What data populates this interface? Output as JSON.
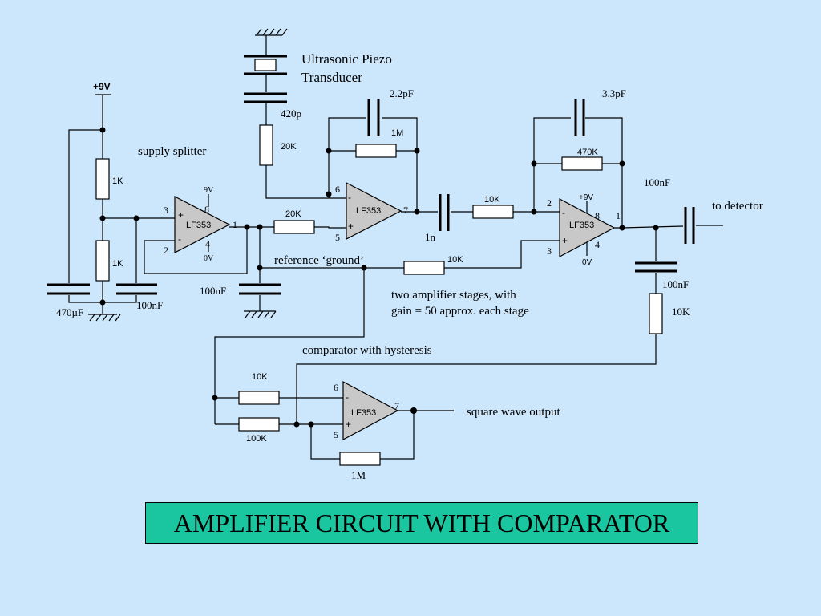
{
  "title": "AMPLIFIER CIRCUIT WITH COMPARATOR",
  "labels": {
    "supply": "+9V",
    "transducer_line1": "Ultrasonic Piezo",
    "transducer_line2": "Transducer",
    "supply_splitter": "supply splitter",
    "reference_ground": "reference ‘ground’",
    "two_stages_line1": "two amplifier stages, with",
    "two_stages_line2": "gain = 50 approx. each stage",
    "comparator": "comparator with hysteresis",
    "square_wave": "square wave output",
    "to_detector": "to detector"
  },
  "components": {
    "r_1k_top": "1K",
    "r_1k_bottom": "1K",
    "c_470uf": "470µF",
    "c_100nf_split": "100nF",
    "c_420p": "420p",
    "r_20k_piezo": "20K",
    "c_2_2pf": "2.2pF",
    "r_1m_fb1": "1M",
    "r_20k_in": "20K",
    "c_100nf_ref": "100nF",
    "c_1n": "1n",
    "r_10k_stage2": "10K",
    "c_3_3pf": "3.3pF",
    "r_470k": "470K",
    "r_10k_ref": "10K",
    "c_100nf_out": "100nF",
    "c_100nf_det": "100nF",
    "r_10k_det": "10K",
    "r_10k_comp": "10K",
    "r_100k_comp": "100K",
    "r_1m_comp": "1M"
  },
  "amplifiers": [
    {
      "model": "LF353",
      "pins": [
        "3",
        "8",
        "1",
        "2",
        "4"
      ],
      "supply_labels": [
        "9V",
        "0V"
      ]
    },
    {
      "model": "LF353",
      "pins": [
        "6",
        "7",
        "5"
      ]
    },
    {
      "model": "LF353",
      "pins": [
        "2",
        "8",
        "1",
        "3",
        "4"
      ],
      "supply_labels": [
        "+9V",
        "0V"
      ]
    },
    {
      "model": "LF353",
      "pins": [
        "6",
        "7",
        "5"
      ]
    }
  ],
  "colors": {
    "background": "#cce6fb",
    "title_box": "#19c6a0",
    "opamp_fill": "#c8c8c8"
  }
}
